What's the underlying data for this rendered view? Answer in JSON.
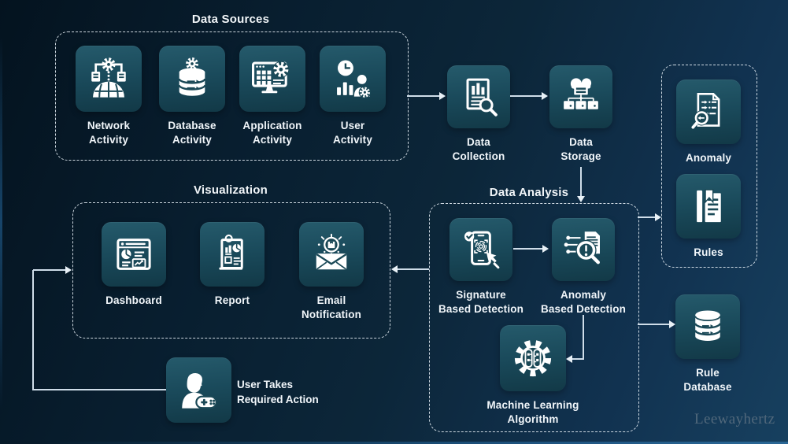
{
  "groups": {
    "data_sources": "Data Sources",
    "visualization": "Visualization",
    "data_analysis": "Data Analysis"
  },
  "nodes": {
    "network": {
      "line1": "Network",
      "line2": "Activity"
    },
    "database": {
      "line1": "Database",
      "line2": "Activity"
    },
    "application": {
      "line1": "Application",
      "line2": "Activity"
    },
    "user_activity": {
      "line1": "User",
      "line2": "Activity"
    },
    "data_collection": {
      "line1": "Data",
      "line2": "Collection"
    },
    "data_storage": {
      "line1": "Data",
      "line2": "Storage"
    },
    "anomaly": {
      "line1": "Anomaly"
    },
    "rules": {
      "line1": "Rules"
    },
    "signature_detection": {
      "line1": "Signature",
      "line2": "Based Detection"
    },
    "anomaly_detection": {
      "line1": "Anomaly",
      "line2": "Based Detection"
    },
    "ml_algorithm": {
      "line1": "Machine Learning",
      "line2": "Algorithm"
    },
    "dashboard": {
      "line1": "Dashboard"
    },
    "report": {
      "line1": "Report"
    },
    "email": {
      "line1": "Email",
      "line2": "Notification"
    },
    "rule_database": {
      "line1": "Rule",
      "line2": "Database"
    },
    "user_action": {
      "line1": "User Takes",
      "line2": "Required Action"
    }
  },
  "icons": {
    "network": "network-globe-gear-icon",
    "database": "database-gear-icon",
    "application": "monitor-gear-icon",
    "user_activity": "clock-chart-user-icon",
    "data_collection": "document-chart-magnifier-icon",
    "data_storage": "cloud-server-folders-icon",
    "anomaly": "document-search-list-icon",
    "rules": "book-bookmark-icon",
    "signature_detection": "phone-fingerprint-tap-icon",
    "anomaly_detection": "magnifier-alert-circuit-icon",
    "ml_algorithm": "gear-brain-circuit-icon",
    "dashboard": "browser-pie-trend-icon",
    "report": "report-clipboard-charts-icon",
    "email": "envelope-notification-icon",
    "rule_database": "database-cylinder-icon",
    "user_action": "person-gamepad-icon"
  },
  "flow": [
    {
      "from": "Data Sources",
      "to": "Data Collection"
    },
    {
      "from": "Data Collection",
      "to": "Data Storage"
    },
    {
      "from": "Data Storage",
      "to": "Data Analysis"
    },
    {
      "from": "Signature Based Detection",
      "to": "Anomaly Based Detection"
    },
    {
      "from": "Anomaly Based Detection",
      "to": "Machine Learning Algorithm"
    },
    {
      "from": "Data Analysis",
      "to": "Visualization"
    },
    {
      "from": "Data Analysis",
      "to": "Rules"
    },
    {
      "from": "Data Analysis",
      "to": "Rule Database"
    },
    {
      "from": "User Takes Required Action",
      "to": "Visualization"
    }
  ],
  "watermark": "Leewayhertz",
  "colors": {
    "background_dark": "#04131f",
    "background_light": "#17405f",
    "tile_top": "#255a6b",
    "tile_bottom": "#123947",
    "dashed_border": "#e9f1f7",
    "connector": "#cfdde9",
    "text": "#f1f6fa",
    "watermark": "#51687b"
  }
}
